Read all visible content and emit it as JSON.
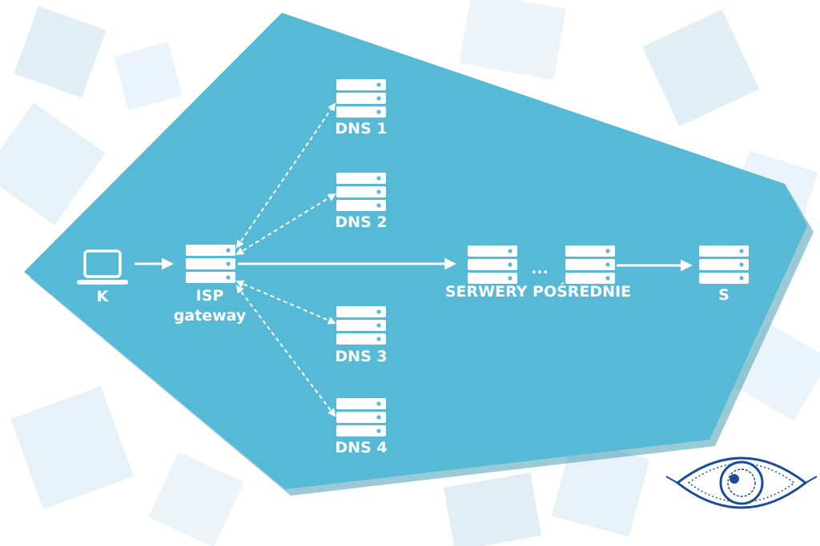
{
  "colors": {
    "panel": "#56b9d5",
    "panel_shadow": "#3a93ad",
    "foreground": "#ffffff",
    "logo": "#1b4b9a",
    "bg_tile": "#a9cfe6"
  },
  "nodes": {
    "client": {
      "label": "K",
      "icon": "laptop-icon"
    },
    "isp": {
      "label_line1": "ISP",
      "label_line2": "gateway",
      "icon": "server-icon"
    },
    "dns1": {
      "label": "DNS 1",
      "icon": "server-icon"
    },
    "dns2": {
      "label": "DNS 2",
      "icon": "server-icon"
    },
    "dns3": {
      "label": "DNS 3",
      "icon": "server-icon"
    },
    "dns4": {
      "label": "DNS 4",
      "icon": "server-icon"
    },
    "intermediate": {
      "label": "SERWERY POŚREDNIE",
      "ellipsis": "...",
      "icon": "server-icon"
    },
    "destination": {
      "label": "S",
      "icon": "server-icon"
    }
  },
  "logo": {
    "icon": "eye-icon"
  }
}
